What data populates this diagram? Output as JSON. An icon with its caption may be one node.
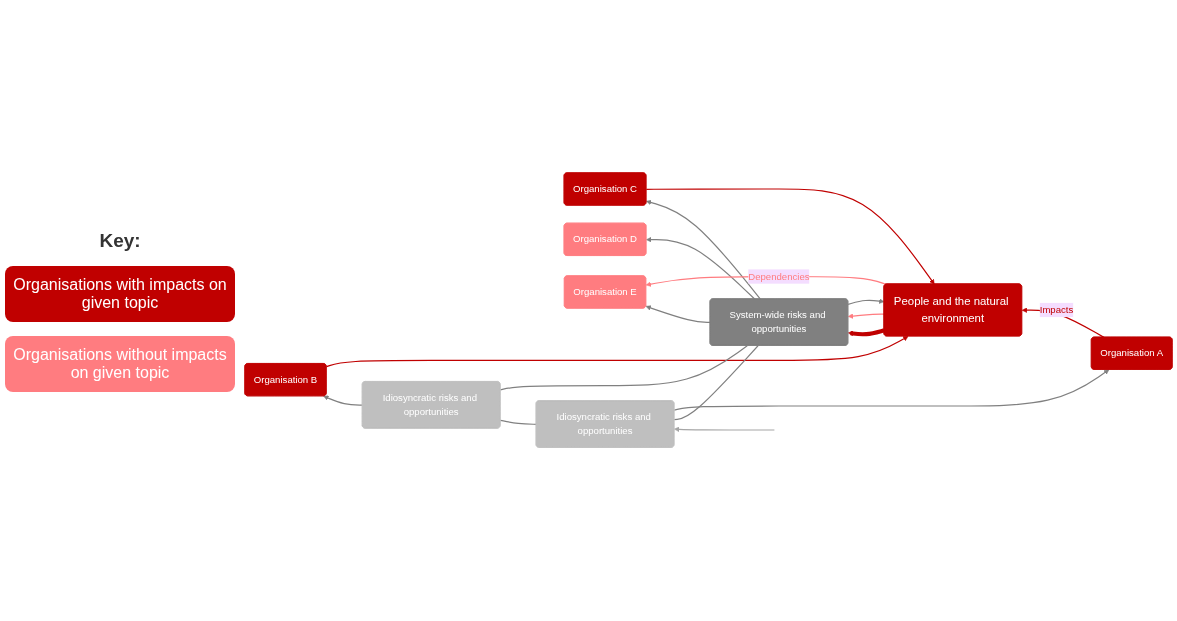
{
  "diagram": {
    "nodes": [
      {
        "text": [
          "Organisation A"
        ]
      },
      {
        "text": [
          "Organisation B"
        ]
      },
      {
        "text": [
          "Organisation C"
        ]
      },
      {
        "text": [
          "Organisation D"
        ]
      },
      {
        "text": [
          "Organisation E"
        ]
      },
      {
        "text": [
          "Idiosyncratic risks and opportunities"
        ]
      },
      {
        "text": [
          "Idiosyncratic risks and opportunities"
        ]
      },
      {
        "text": [
          "System-wide risks and opportunities"
        ]
      },
      {
        "text": [
          "People and the natural environment"
        ]
      }
    ],
    "edges": [
      {
        "from": 0,
        "to": 8,
        "arrow": "to",
        "label": "Impacts",
        "color": "#c00000"
      },
      {
        "from": 1,
        "to": 8,
        "arrow": "to",
        "color": "#c00000"
      },
      {
        "from": 2,
        "to": 8,
        "arrow": "to",
        "color": "#c00000"
      },
      {
        "from": null,
        "to": 5,
        "arrow": "to",
        "color": "#a6a6a6"
      },
      {
        "from": 5,
        "to": 6,
        "arrow": "none"
      },
      {
        "from": 7,
        "to": 5,
        "arrow": "none"
      },
      {
        "from": 7,
        "to": 6,
        "arrow": "none"
      },
      {
        "from": 5,
        "to": 0,
        "arrow": "to"
      },
      {
        "from": 6,
        "to": 1,
        "arrow": "to"
      },
      {
        "from": 7,
        "to": 2,
        "arrow": "to"
      },
      {
        "from": 7,
        "to": 3,
        "arrow": "to"
      },
      {
        "from": 7,
        "to": 4,
        "arrow": "to"
      },
      {
        "from": 8,
        "to": 7,
        "arrow": "to",
        "style": "thick",
        "color": "#c00000"
      },
      {
        "from": 7,
        "to": 8,
        "arrow": "to"
      },
      {
        "from": 8,
        "to": 4,
        "arrow": "to",
        "label": "Dependencies",
        "color": "#ff7c80"
      },
      {
        "from": 8,
        "to": 7,
        "arrow": "to",
        "color": "#ff7c80"
      }
    ],
    "labels": [
      "Key:"
    ],
    "legend": [
      {
        "text": "Organisations with impacts on given topic",
        "color": "#c00000"
      },
      {
        "text": "Organisations without impacts on given topic",
        "color": "#ff7c80"
      }
    ]
  }
}
